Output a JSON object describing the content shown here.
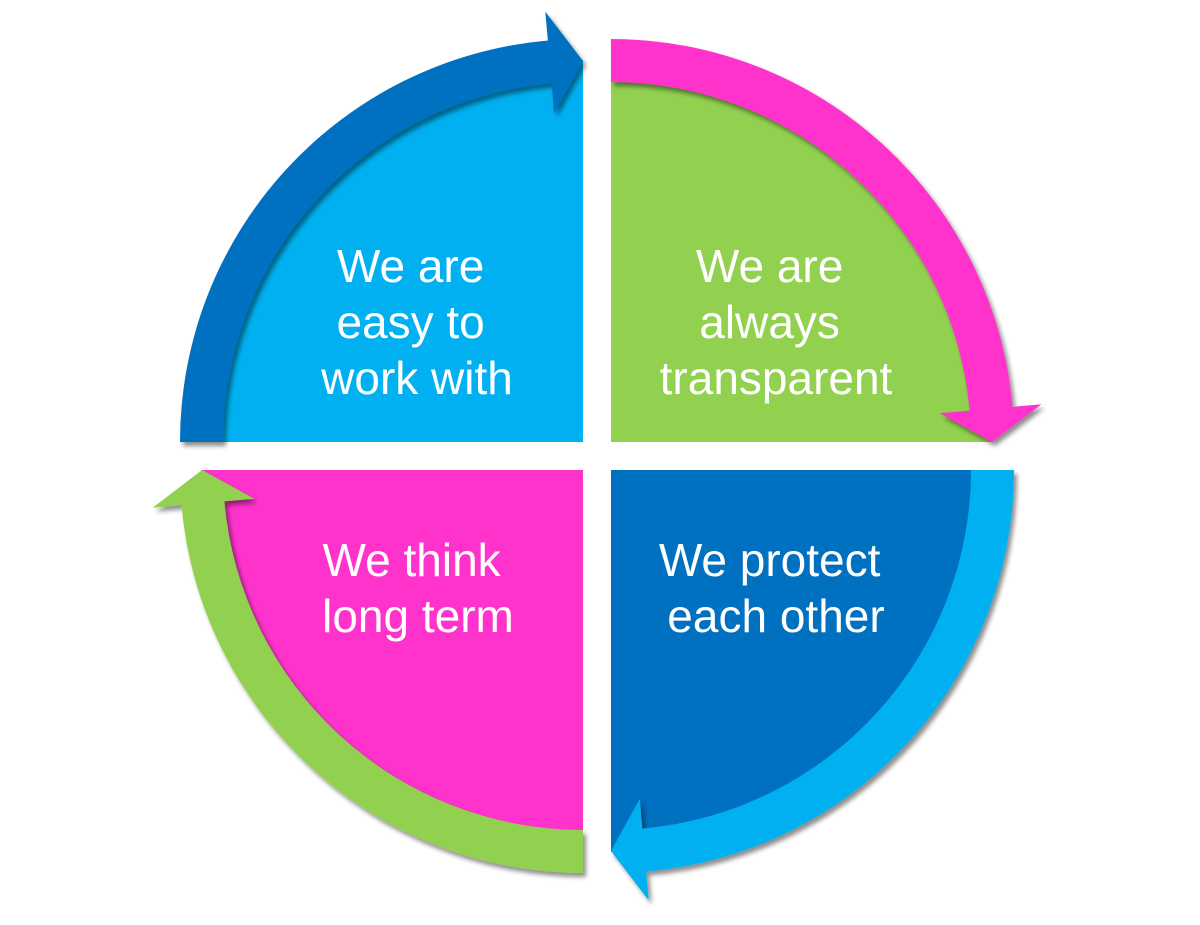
{
  "diagram": {
    "type": "cycle-quadrants",
    "colors": {
      "light_blue": "#00B0F0",
      "dark_blue": "#0070C0",
      "green": "#92D050",
      "pink": "#FF33CC",
      "text": "#FFFFFF",
      "background": "#FFFFFF"
    },
    "quadrants": [
      {
        "position": "top-left",
        "lines": [
          "We are",
          "easy to",
          "work with"
        ],
        "fill": "#00B0F0",
        "arrow_color": "#0070C0",
        "arrow_direction": "clockwise toward top-right"
      },
      {
        "position": "top-right",
        "lines": [
          "We are",
          "always",
          "transparent"
        ],
        "fill": "#92D050",
        "arrow_color": "#FF33CC",
        "arrow_direction": "clockwise toward bottom-right"
      },
      {
        "position": "bottom-right",
        "lines": [
          "We protect",
          "each other"
        ],
        "fill": "#0070C0",
        "arrow_color": "#00B0F0",
        "arrow_direction": "clockwise toward bottom-left"
      },
      {
        "position": "bottom-left",
        "lines": [
          "We think",
          "long term"
        ],
        "fill": "#FF33CC",
        "arrow_color": "#92D050",
        "arrow_direction": "clockwise toward top-left"
      }
    ]
  }
}
